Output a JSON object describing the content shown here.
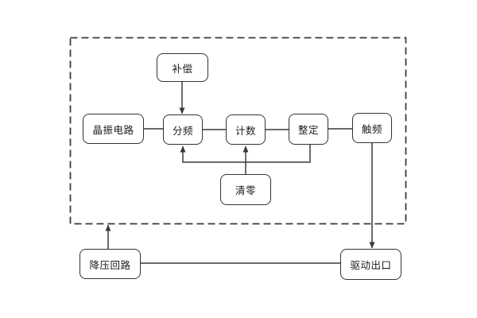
{
  "diagram": {
    "colors": {
      "line": "#3a3a3a",
      "box_border": "#333333",
      "background": "#ffffff",
      "text": "#1a1a1a"
    },
    "nodes": {
      "compensation": {
        "label": "补偿"
      },
      "crystal_oscillator": {
        "label": "晶振电路"
      },
      "frequency_divider": {
        "label": "分频"
      },
      "counter": {
        "label": "计数"
      },
      "setting": {
        "label": "整定"
      },
      "trigger": {
        "label": "触频"
      },
      "reset": {
        "label": "清零"
      },
      "stepdown_circuit": {
        "label": "降压回路"
      },
      "drive_output": {
        "label": "驱动出口"
      }
    },
    "connections": [
      {
        "from": "compensation",
        "to": "frequency_divider",
        "arrow": true
      },
      {
        "from": "crystal_oscillator",
        "to": "frequency_divider",
        "arrow": false
      },
      {
        "from": "frequency_divider",
        "to": "counter",
        "arrow": false
      },
      {
        "from": "counter",
        "to": "setting",
        "arrow": false
      },
      {
        "from": "setting",
        "to": "trigger",
        "arrow": false
      },
      {
        "from": "setting",
        "to": "frequency_divider",
        "arrow": true
      },
      {
        "from": "reset",
        "to": "counter",
        "arrow": true
      },
      {
        "from": "trigger",
        "to": "drive_output",
        "arrow": true
      },
      {
        "from": "stepdown_circuit",
        "to": "dashed_boundary",
        "arrow": true
      },
      {
        "from": "stepdown_circuit",
        "to": "drive_output",
        "arrow": false
      }
    ]
  }
}
